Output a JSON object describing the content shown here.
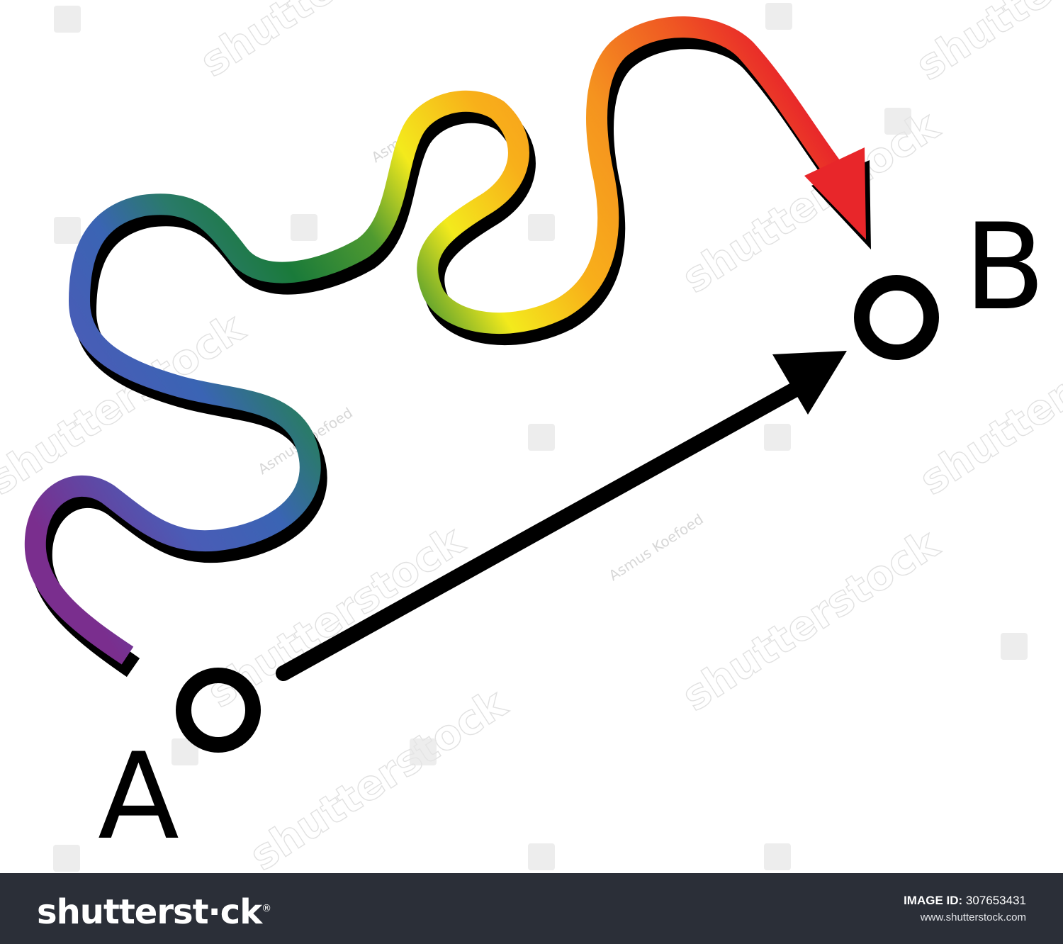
{
  "diagram": {
    "point_a_label": "A",
    "point_b_label": "B",
    "colors": {
      "straight_path": "#000000",
      "shadow": "#000000",
      "rainbow_stops": [
        "#7a2e8e",
        "#3c5cb0",
        "#2a7a6a",
        "#1a7a3a",
        "#6aa02c",
        "#f3ea1c",
        "#f8c21a",
        "#f5931f",
        "#f36a21",
        "#e8262a"
      ]
    }
  },
  "watermark": {
    "text": "shutterstock",
    "author": "Asmus Koefoed"
  },
  "footer": {
    "brand": "shutterst·ck",
    "image_id_label": "IMAGE ID:",
    "image_id": "307653431",
    "url": "www.shutterstock.com",
    "background": "#2b2f38"
  }
}
